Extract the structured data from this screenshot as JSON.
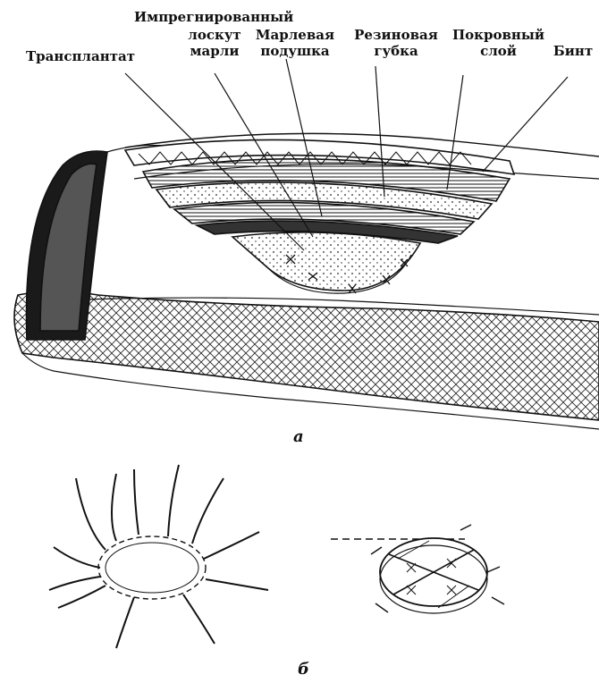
{
  "labels": {
    "transplant": "Трансплантат",
    "impregnated_line1": "Импрегнированный",
    "impregnated_line2": "лоскут",
    "impregnated_line3": "марли",
    "gauze_pad_line1": "Марлевая",
    "gauze_pad_line2": "подушка",
    "rubber_sponge_line1": "Резиновая",
    "rubber_sponge_line2": "губка",
    "cover_layer_line1": "Покровный",
    "cover_layer_line2": "слой",
    "bandage": "Бинт"
  },
  "parts": {
    "a": "а",
    "b": "б"
  }
}
